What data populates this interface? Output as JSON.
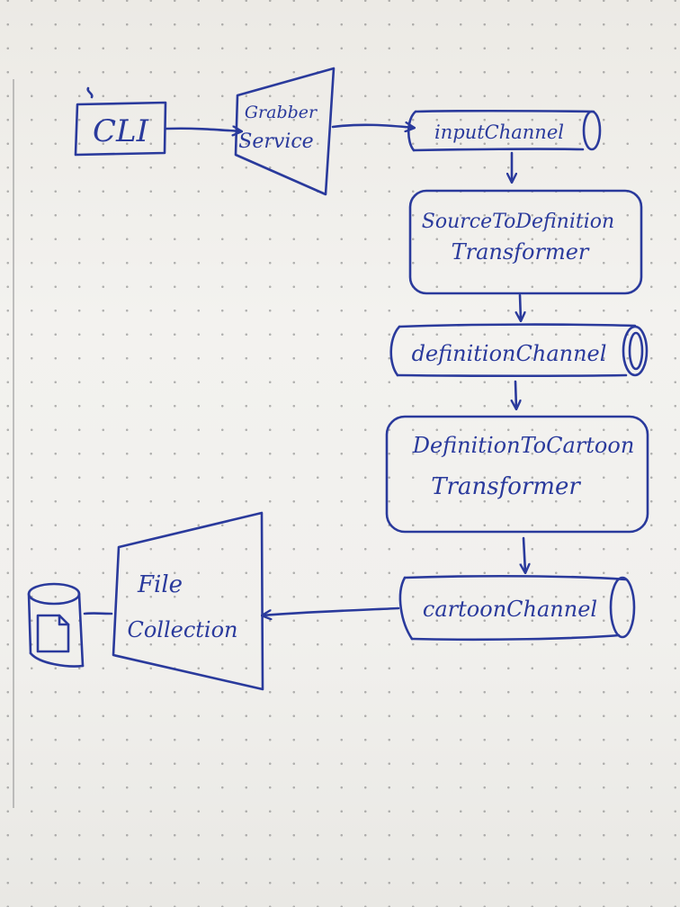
{
  "nodes": {
    "cli": {
      "label": "CLI"
    },
    "grabber_service": {
      "line1": "Grabber",
      "line2": "Service"
    },
    "input_channel": {
      "label": "inputChannel"
    },
    "source_to_definition": {
      "line1": "SourceToDefinition",
      "line2": "Transformer"
    },
    "definition_channel": {
      "label": "definitionChannel"
    },
    "definition_to_cartoon": {
      "line1": "DefinitionToCartoon",
      "line2": "Transformer"
    },
    "cartoon_channel": {
      "label": "cartoonChannel"
    },
    "file_collection": {
      "line1": "File",
      "line2": "Collection"
    }
  },
  "colors": {
    "ink": "#2a3a9c",
    "paper": "#f1f0ed",
    "dots": "#7a7a7a"
  }
}
